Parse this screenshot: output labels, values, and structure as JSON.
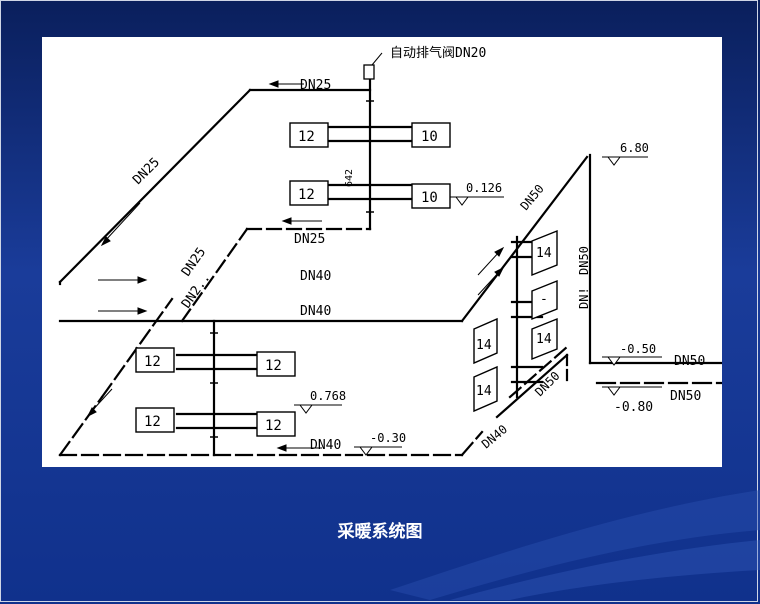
{
  "caption": "采暖系统图",
  "labels": {
    "vent_valve": "自动排气阀DN20",
    "dn25_top": "DN25",
    "dn25_left": "DN25",
    "dn25_return_upper": "DN25",
    "dn25_mid_diag": "DN25",
    "dn2x_diag": "DN2..",
    "dn40_upper": "DN40",
    "dn40_lower": "DN40",
    "dn40_bottom": "DN40",
    "dn40_right_diag": "DN40",
    "dn50_top_diag": "DN50",
    "dn50_lower_diag": "DN50",
    "dn50_vertical": "DN50",
    "dn5_vertical": "DN!",
    "dn50_out_top": "DN50",
    "dn50_out_bottom": "DN50",
    "dim_642": "642"
  },
  "elevations": {
    "top": "6.80",
    "upper_rad": "0.126",
    "lower_rad": "0.768",
    "bottom_return": "-0.30",
    "out_top": "-0.50",
    "out_bottom": "-0.80"
  },
  "radiators": {
    "upper_left_1": "12",
    "upper_right_1": "10",
    "upper_left_2": "12",
    "upper_right_2": "10",
    "lower_left_1": "12",
    "lower_right_1": "12",
    "lower_left_2": "12",
    "lower_right_2": "12",
    "side_1": "14",
    "side_2": "-",
    "side_3": "14",
    "side_4": "14",
    "side_5": "14"
  }
}
